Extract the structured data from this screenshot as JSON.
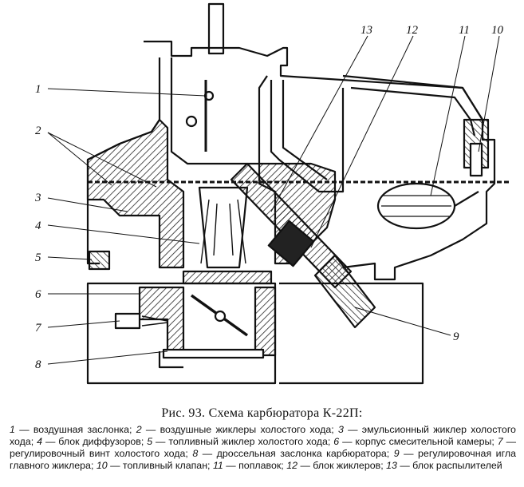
{
  "figure": {
    "callouts": [
      "1",
      "2",
      "3",
      "4",
      "5",
      "6",
      "7",
      "8",
      "9",
      "10",
      "11",
      "12",
      "13"
    ]
  },
  "caption": "Рис. 93. Схема карбюратора К-22П:",
  "legend": [
    {
      "n": "1",
      "text": "— воздушная заслонка;"
    },
    {
      "n": "2",
      "text": "— воздушные жиклеры холостого хода;"
    },
    {
      "n": "3",
      "text": "— эмульсионный жиклер холостого хода;"
    },
    {
      "n": "4",
      "text": "— блок диффузоров;"
    },
    {
      "n": "5",
      "text": "— топливный жиклер холостого хода;"
    },
    {
      "n": "6",
      "text": "— корпус смесительной камеры;"
    },
    {
      "n": "7",
      "text": "— регулировочный винт холостого хода;"
    },
    {
      "n": "8",
      "text": "— дроссельная заслонка карбюратора;"
    },
    {
      "n": "9",
      "text": "— регулировочная игла главного жиклера;"
    },
    {
      "n": "10",
      "text": "— топливный клапан;"
    },
    {
      "n": "11",
      "text": "— поплавок;"
    },
    {
      "n": "12",
      "text": "— блок жиклеров;"
    },
    {
      "n": "13",
      "text": "— блок распылителей"
    }
  ]
}
